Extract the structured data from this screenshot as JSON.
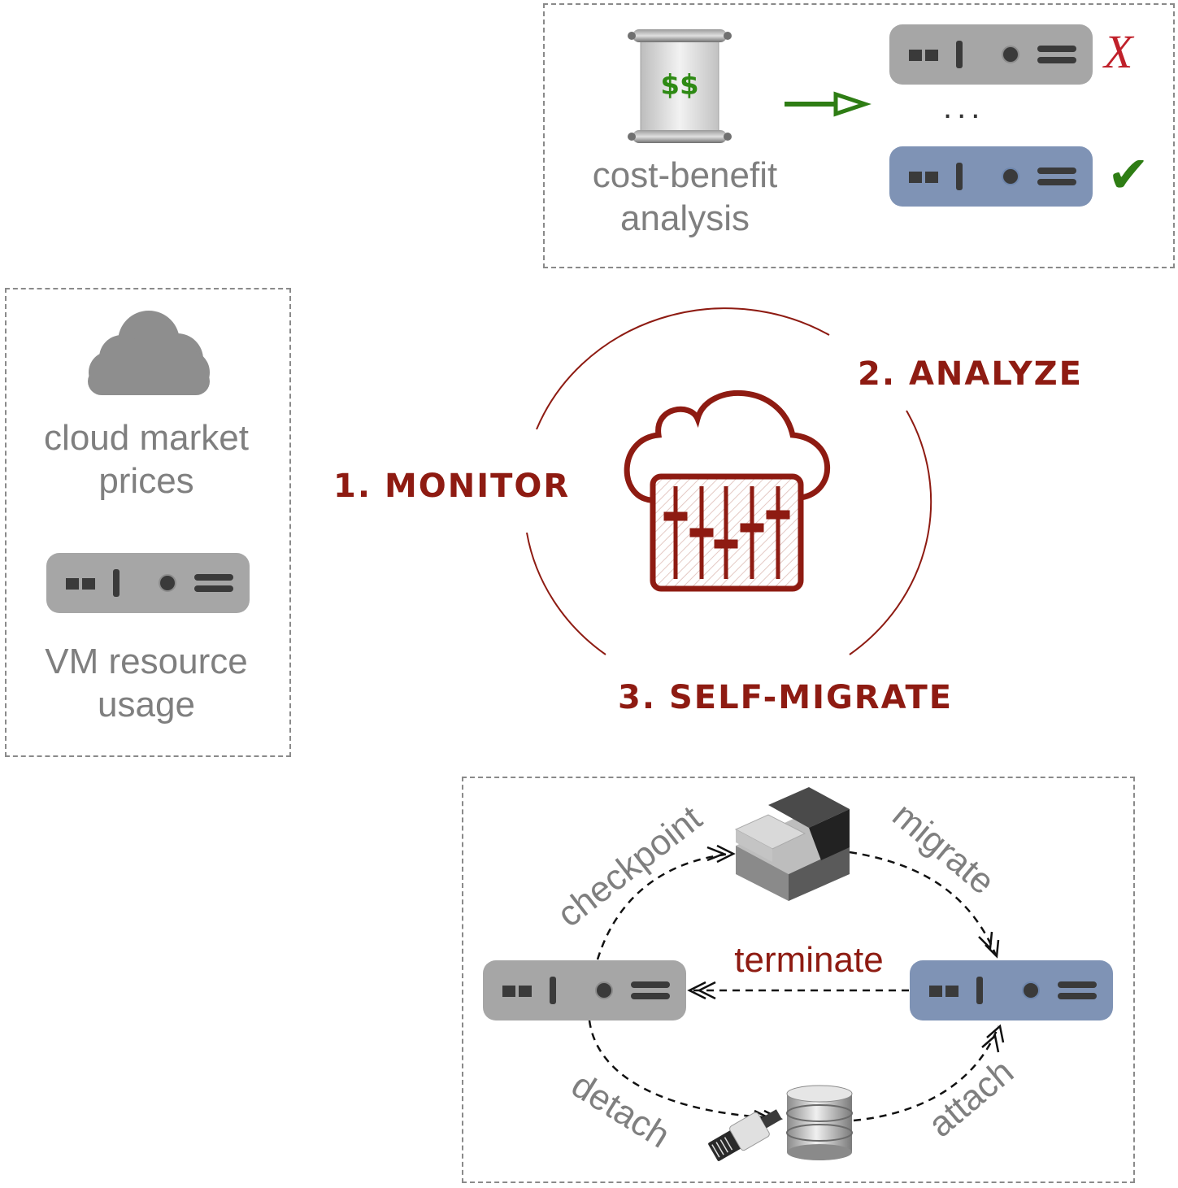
{
  "monitor_box": {
    "market_label": "cloud market prices",
    "usage_label": "VM resource usage",
    "icons": [
      "cloud-icon",
      "server-icon"
    ]
  },
  "analysis_box": {
    "cost_label": "cost-benefit analysis",
    "money_symbol": "$$",
    "ellipsis": "...",
    "reject_mark": "X",
    "accept_mark": "✔",
    "icons": [
      "scroll-icon",
      "arrow-right-icon",
      "server-icon"
    ]
  },
  "cycle": {
    "step1": "1. MONITOR",
    "step2": "2. ANALYZE",
    "step3": "3. SELF-MIGRATE",
    "center_icon": "cloud-controls-icon"
  },
  "migration_box": {
    "checkpoint": "checkpoint",
    "migrate": "migrate",
    "terminate": "terminate",
    "detach": "detach",
    "attach": "attach",
    "icons": [
      "snapshot-icon",
      "database-icon",
      "network-cable-icon",
      "server-icon"
    ]
  },
  "colors": {
    "accent_red": "#8e1b12",
    "label_gray": "#7f7f7f",
    "vm_gray": "#a6a6a6",
    "vm_blue": "#7f93b5",
    "arrow_green": "#2e7d14",
    "reject_red": "#c0202a"
  }
}
